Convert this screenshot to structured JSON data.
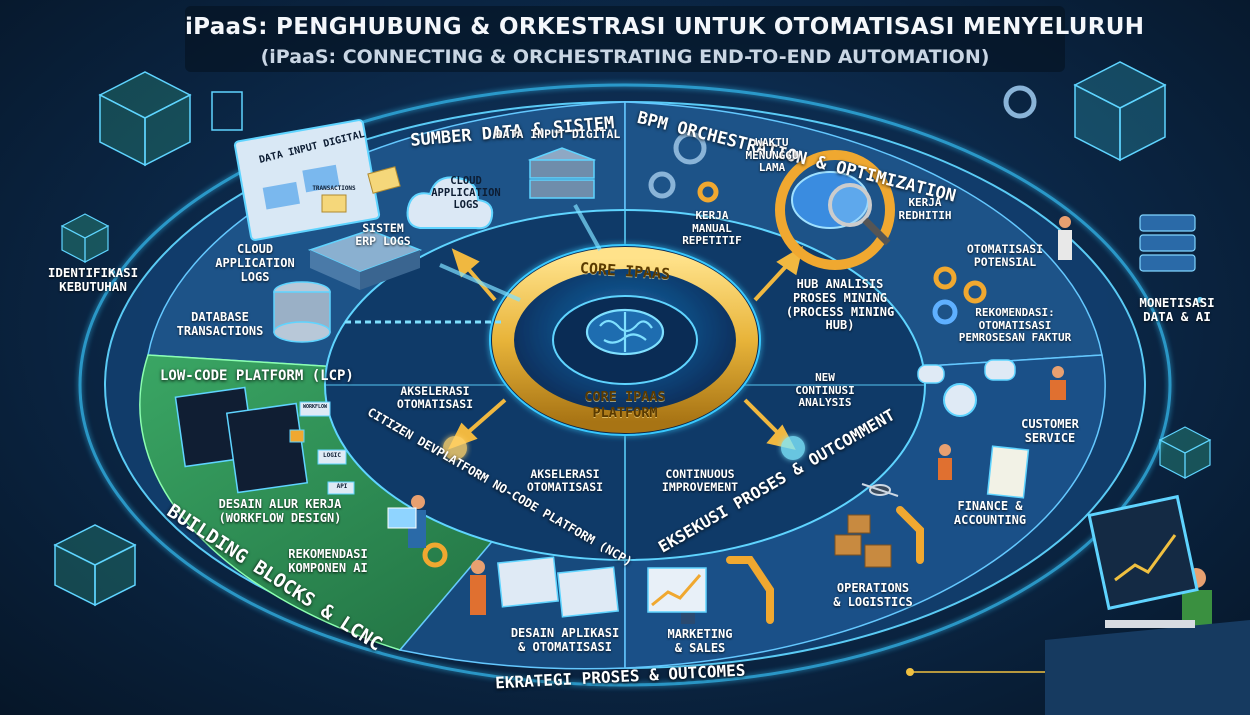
{
  "title": {
    "main": "iPaaS: PENGHUBUNG & ORKESTRASI UNTUK OTOMATISASI MENYELURUH",
    "sub": "(iPaaS: CONNECTING & ORCHESTRATING END-TO-END AUTOMATION)"
  },
  "colors": {
    "background": "#0c2a4c",
    "ring_glow": "#39c8ff",
    "gold": "#e8b43a",
    "lcnc_green": "#2f8c54",
    "section_blue": "#1e5c95"
  },
  "side": {
    "left": "IDENTIFIKASI\nKEBUTUHAN",
    "right": "MONETISASI\nDATA & AI"
  },
  "sources": {
    "section_title": "SUMBER DATA & SISTEM",
    "monitor_label": "DATA INPUT DIGITAL",
    "data_input": "DATA INPUT DIGITAL",
    "cloud_logs": "CLOUD\nAPPLICATION\nLOGS",
    "erp_logs": "SISTEM\nERP LOGS",
    "cloud_logs_2": "CLOUD\nAPPLICATION\nLOGS",
    "db_transactions": "DATABASE\nTRANSACTIONS"
  },
  "bpm": {
    "section_title": "BPM ORCHESTRATION & OPTIMIZATION",
    "waktu": "WAKTU\nMENUNGGU\nLAMA",
    "kerja_manual": "KERJA\nMANUAL\nREPETITIF",
    "kerja_redh": "KERJA\nREDHITIH",
    "otomatisasi_potensial": "OTOMATISASI\nPOTENSIAL",
    "hub": "HUB ANALISIS\nPROSES MINING\n(PROCESS MINING\nHUB)",
    "rekomendasi": "REKOMENDASI:\nOTOMATISASI\nPEMROSESAN FAKTUR"
  },
  "core": {
    "top_label": "CORE IPAAS",
    "bottom_label": "CORE IPAAS\nPLATFORM"
  },
  "lcp": {
    "section_title": "LOW-CODE PLATFORM (LCP)",
    "desain_alur": "DESAIN ALUR KERJA\n(WORKFLOW DESIGN)",
    "rekomendasi_ai": "REKOMENDASI\nKOMPONEN AI",
    "building_blocks": "BUILDING BLOCKS & LCNC"
  },
  "inner": {
    "akselerasi_1": "AKSELERASI\nOTOMATISASI",
    "akselerasi_2": "AKSELERASI\nOTOMATISASI",
    "continuous_improvement": "CONTINUOUS\nIMPROVEMENT",
    "new_analysis": "NEW\nCONTINUSI\nANALYSIS",
    "citizen_ring": "CITIZEN DEVPLATFORM NO-CODE PLATFORM (NCP)"
  },
  "execution": {
    "section_title": "EKSEKUSI PROSES & OUTCOMMENT",
    "customer_service": "CUSTOMER\nSERVICE",
    "finance": "FINANCE &\nACCOUNTING",
    "operations": "OPERATIONS\n& LOGISTICS",
    "marketing": "MARKETING\n& SALES",
    "desain_aplikasi": "DESAIN APLIKASI\n& OTOMATISASI",
    "bottom_banner": "EKRATEGI PROSES & OUTCOMES"
  },
  "misc": {
    "tiny_monitor_text": "TRANSACTIONS",
    "tiny_flow_1": "WORKFLOW",
    "tiny_flow_2": "LOGIC",
    "tiny_flow_3": "API"
  }
}
